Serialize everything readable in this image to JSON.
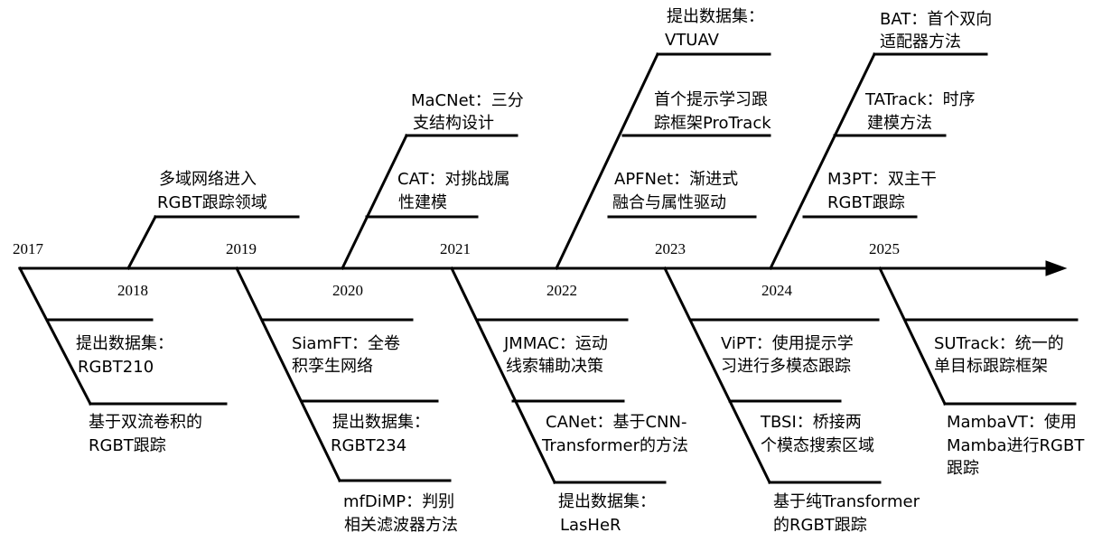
{
  "years": [
    "2017",
    "2018",
    "2019",
    "2020",
    "2021",
    "2022",
    "2023",
    "2024",
    "2025"
  ],
  "events": {
    "y2018": {
      "line1": "多域网络进入",
      "line2": "RGBT跟踪领域"
    },
    "y2017a": {
      "line1": "提出数据集：",
      "line2": "RGBT210"
    },
    "y2017b": {
      "line1": "基于双流卷积的",
      "line2": "RGBT跟踪"
    },
    "y2020a": {
      "line1": "MaCNet：三分",
      "line2": "支结构设计"
    },
    "y2020b": {
      "line1": "CAT：对挑战属",
      "line2": "性建模"
    },
    "y2019a": {
      "line1": "SiamFT：全卷",
      "line2": "积孪生网络"
    },
    "y2019b": {
      "line1": "提出数据集：",
      "line2": "RGBT234"
    },
    "y2019c": {
      "line1": "mfDiMP：判别",
      "line2": "相关滤波器方法"
    },
    "y2022a": {
      "line1": "提出数据集：",
      "line2": "VTUAV"
    },
    "y2022b": {
      "line1": "首个提示学习跟",
      "line2": "踪框架ProTrack"
    },
    "y2022c": {
      "line1": "APFNet：渐进式",
      "line2": "融合与属性驱动"
    },
    "y2021a": {
      "line1": "JMMAC：运动",
      "line2": "线索辅助决策"
    },
    "y2021b": {
      "line1": "CANet：基于CNN-",
      "line2": "Transformer的方法"
    },
    "y2021c": {
      "line1": "提出数据集：",
      "line2": "LasHeR"
    },
    "y2024a": {
      "line1": "BAT：首个双向",
      "line2": "适配器方法"
    },
    "y2024b": {
      "line1": "TATrack：时序",
      "line2": "建模方法"
    },
    "y2024c": {
      "line1": "M3PT：双主干",
      "line2": "RGBT跟踪"
    },
    "y2023a": {
      "line1": "ViPT：使用提示学",
      "line2": "习进行多模态跟踪"
    },
    "y2023b": {
      "line1": "TBSI：桥接两",
      "line2": "个模态搜索区域"
    },
    "y2023c": {
      "line1": "基于纯Transformer",
      "line2": "的RGBT跟踪"
    },
    "y2025a": {
      "line1": "SUTrack：统一的",
      "line2": "单目标跟踪框架"
    },
    "y2025b": {
      "line1": "MambaVT：使用",
      "line2": "Mamba进行RGBT",
      "line3": "跟踪"
    }
  }
}
